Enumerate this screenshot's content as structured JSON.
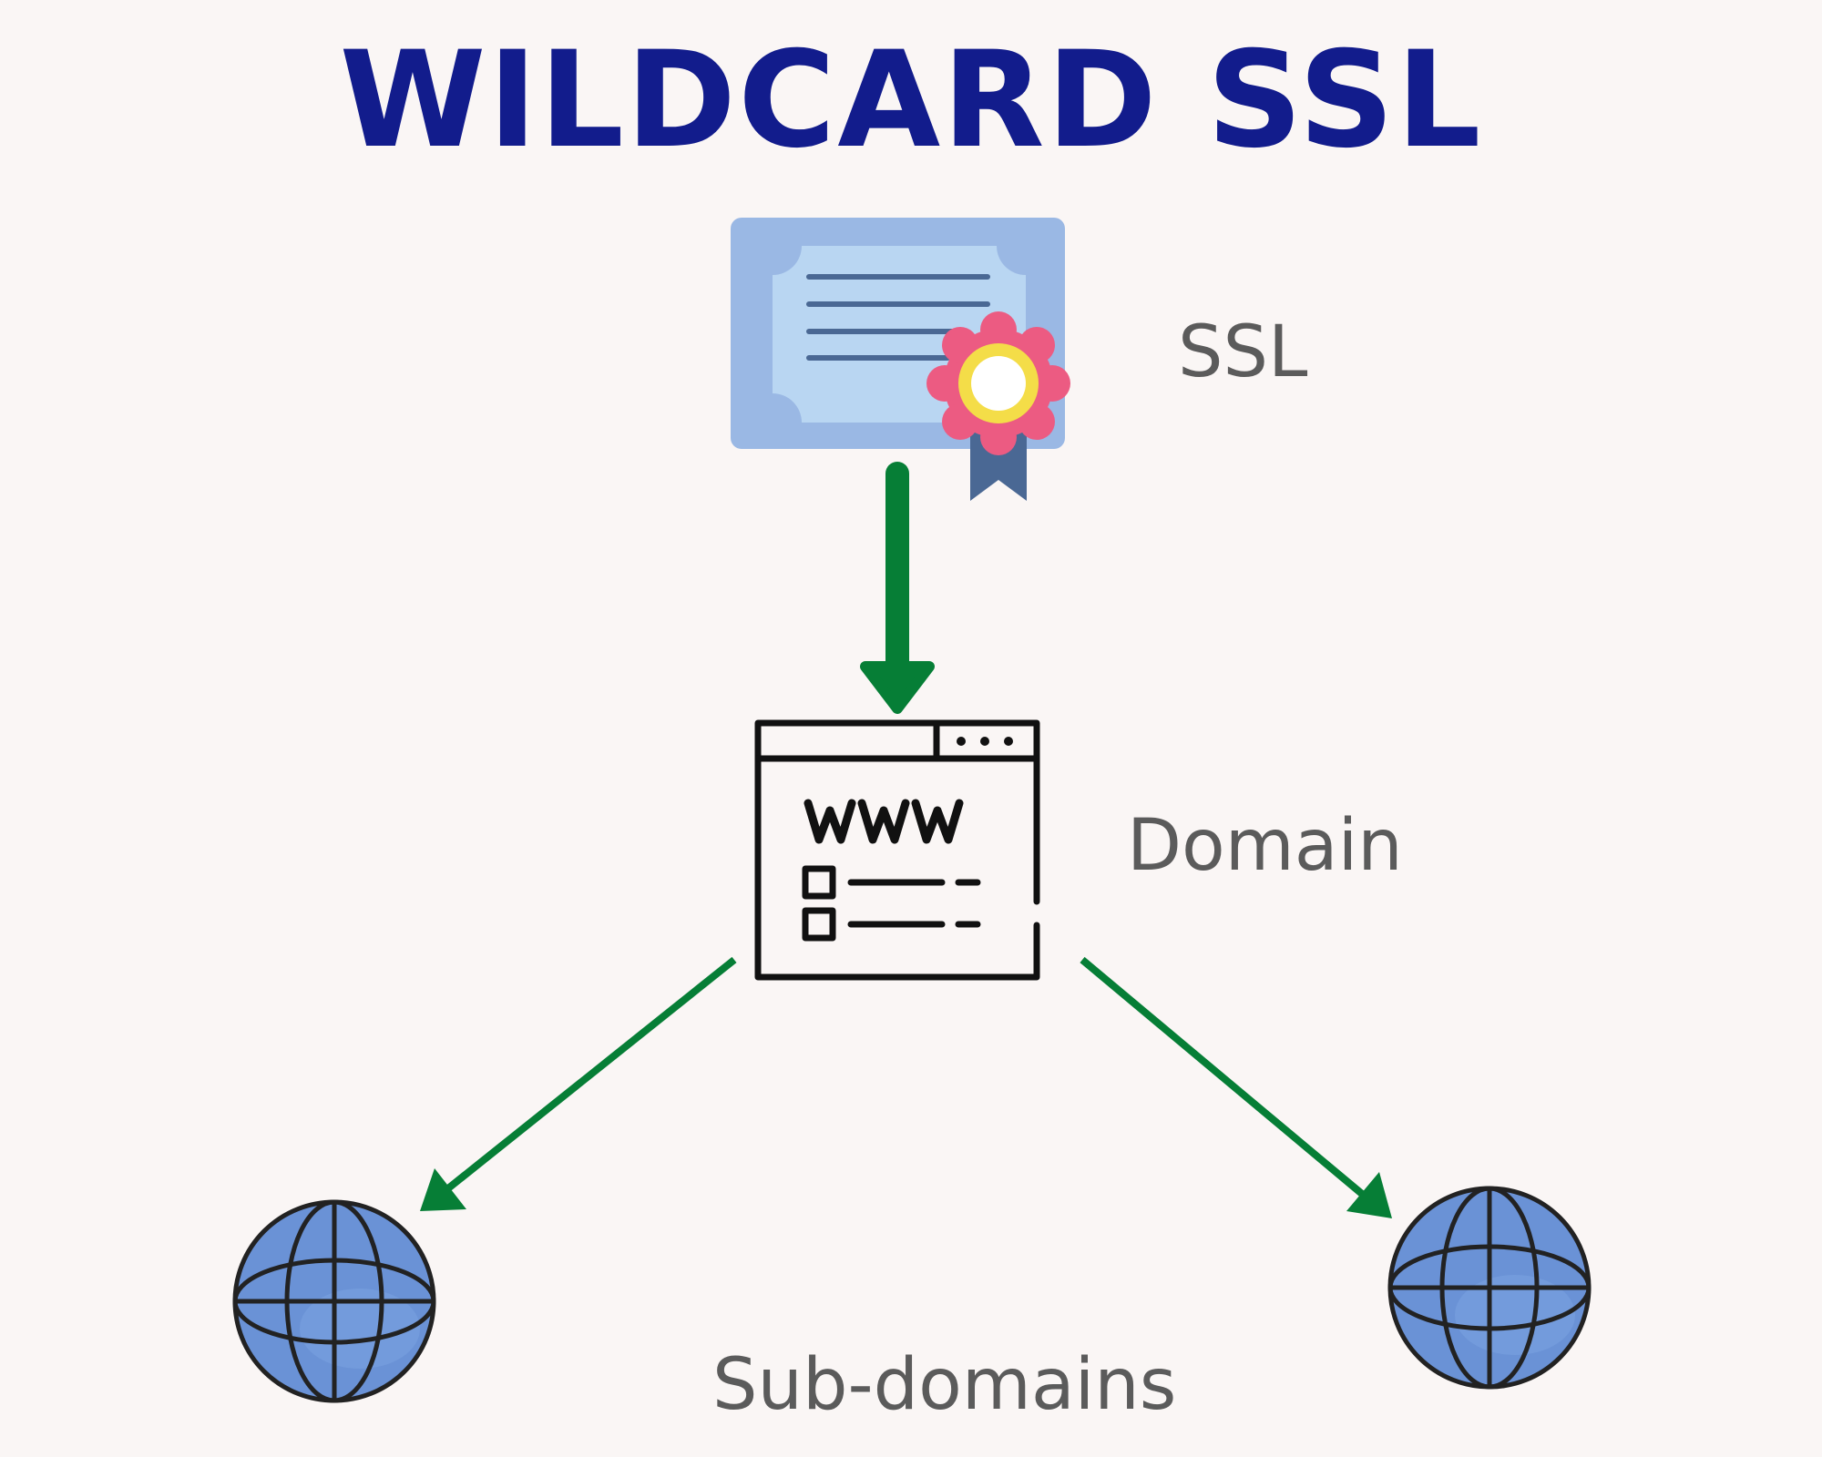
{
  "title": "WILDCARD SSL",
  "labels": {
    "ssl": "SSL",
    "domain": "Domain",
    "subdomains": "Sub-domains"
  },
  "nodes": {
    "certificate": {
      "icon": "ssl-certificate-icon"
    },
    "domain": {
      "icon": "www-browser-window-icon",
      "text": "WWW"
    },
    "subdomain_left": {
      "icon": "globe-icon"
    },
    "subdomain_right": {
      "icon": "globe-icon"
    }
  },
  "colors": {
    "title": "#121c8c",
    "label": "#5b5b5b",
    "arrow": "#067e36",
    "background": "#faf6f5",
    "globe": "#6a92d6",
    "certificate_outer": "#9ab8e4",
    "certificate_inner": "#b9d6f2",
    "seal": "#ec5b82",
    "seal_ring": "#f4dd48",
    "ribbon": "#4a6894"
  }
}
